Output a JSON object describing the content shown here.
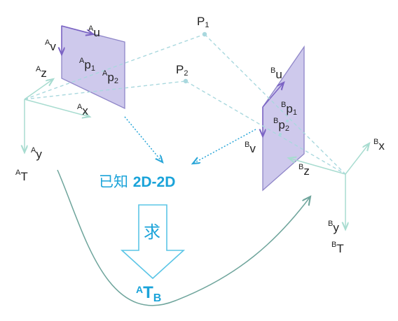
{
  "frame_a": {
    "u_sup": "A",
    "u": "u",
    "v_sup": "A",
    "v": "v",
    "z_sup": "A",
    "z": "z",
    "x_sup": "A",
    "x": "x",
    "y_sup": "A",
    "y": "y",
    "t_sup": "A",
    "t": "T",
    "p1_sup": "A",
    "p1": "p",
    "p1_sub": "1",
    "p2_sup": "A",
    "p2": "p",
    "p2_sub": "2"
  },
  "frame_b": {
    "u_sup": "B",
    "u": "u",
    "v_sup": "B",
    "v": "v",
    "z_sup": "B",
    "z": "z",
    "x_sup": "B",
    "x": "x",
    "y_sup": "B",
    "y": "y",
    "t_sup": "B",
    "t": "T",
    "p1_sup": "B",
    "p1": "p",
    "p1_sub": "1",
    "p2_sup": "B",
    "p2": "p",
    "p2_sub": "2"
  },
  "world_points": {
    "p1": "P",
    "p1_sub": "1",
    "p2": "P",
    "p2_sub": "2"
  },
  "known_label": {
    "prefix": "已知",
    "value": "2D-2D"
  },
  "seek_label": "求",
  "result": {
    "sup": "A",
    "main": "T",
    "sub": "B"
  },
  "colors": {
    "plane_fill": "#c9c3ea",
    "plane_stroke": "#8f86c8",
    "image_axis": "#7b63c4",
    "frame_axis": "#a8dcd0",
    "dashed_ray": "#a9d8de",
    "point": "#a9d8de",
    "accent": "#1aa3d9",
    "curve": "#6fa59c"
  }
}
